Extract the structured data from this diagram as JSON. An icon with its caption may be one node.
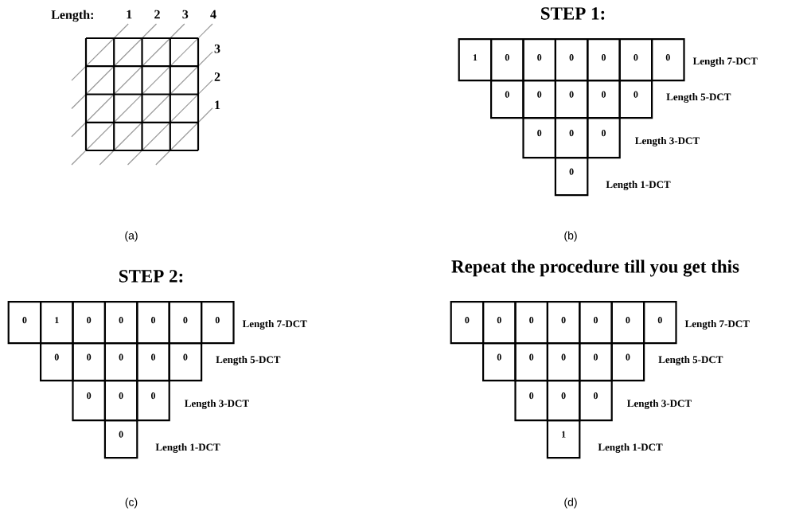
{
  "diagram": {
    "nodes": [
      {
        "text": [
          "1"
        ]
      },
      {
        "text": [
          "0"
        ]
      },
      {
        "text": [
          "0"
        ]
      },
      {
        "text": [
          "0"
        ]
      },
      {
        "text": [
          "0"
        ]
      },
      {
        "text": [
          "0"
        ]
      },
      {
        "text": [
          "0"
        ]
      },
      {
        "text": [
          "0"
        ]
      },
      {
        "text": [
          "0"
        ]
      },
      {
        "text": [
          "0"
        ]
      },
      {
        "text": [
          "0"
        ]
      },
      {
        "text": [
          "0"
        ]
      },
      {
        "text": [
          "0"
        ]
      },
      {
        "text": [
          "0"
        ]
      },
      {
        "text": [
          "0"
        ]
      },
      {
        "text": [
          "0"
        ]
      },
      {
        "text": [
          "0"
        ]
      },
      {
        "text": [
          "1"
        ]
      },
      {
        "text": [
          "0"
        ]
      },
      {
        "text": [
          "0"
        ]
      },
      {
        "text": [
          "0"
        ]
      },
      {
        "text": [
          "0"
        ]
      },
      {
        "text": [
          "0"
        ]
      },
      {
        "text": [
          "0"
        ]
      },
      {
        "text": [
          "0"
        ]
      },
      {
        "text": [
          "0"
        ]
      },
      {
        "text": [
          "0"
        ]
      },
      {
        "text": [
          "0"
        ]
      },
      {
        "text": [
          "0"
        ]
      },
      {
        "text": [
          "0"
        ]
      },
      {
        "text": [
          "0"
        ]
      },
      {
        "text": [
          "0"
        ]
      },
      {
        "text": [
          "0"
        ]
      },
      {
        "text": [
          "0"
        ]
      },
      {
        "text": [
          "0"
        ]
      },
      {
        "text": [
          "0"
        ]
      },
      {
        "text": [
          "0"
        ]
      },
      {
        "text": [
          "0"
        ]
      },
      {
        "text": [
          "0"
        ]
      },
      {
        "text": [
          "0"
        ]
      },
      {
        "text": [
          "0"
        ]
      },
      {
        "text": [
          "0"
        ]
      },
      {
        "text": [
          "0"
        ]
      },
      {
        "text": [
          "0"
        ]
      },
      {
        "text": [
          "0"
        ]
      },
      {
        "text": [
          "0"
        ]
      },
      {
        "text": [
          "0"
        ]
      },
      {
        "text": [
          "1"
        ]
      }
    ],
    "labels": [
      "Length:",
      "1",
      "2",
      "3",
      "4",
      "3",
      "2",
      "1",
      "(a)",
      "STEP 1:",
      "Length 7-DCT",
      "Length 5-DCT",
      "Length 3-DCT",
      "Length 1-DCT",
      "(b)",
      "STEP 2:",
      "Length 7-DCT",
      "Length 5-DCT",
      "Length 3-DCT",
      "Length 1-DCT",
      "(c)",
      "Repeat the procedure till you get this",
      "Length 7-DCT",
      "Length 5-DCT",
      "Length 3-DCT",
      "Length 1-DCT",
      "(d)"
    ]
  }
}
